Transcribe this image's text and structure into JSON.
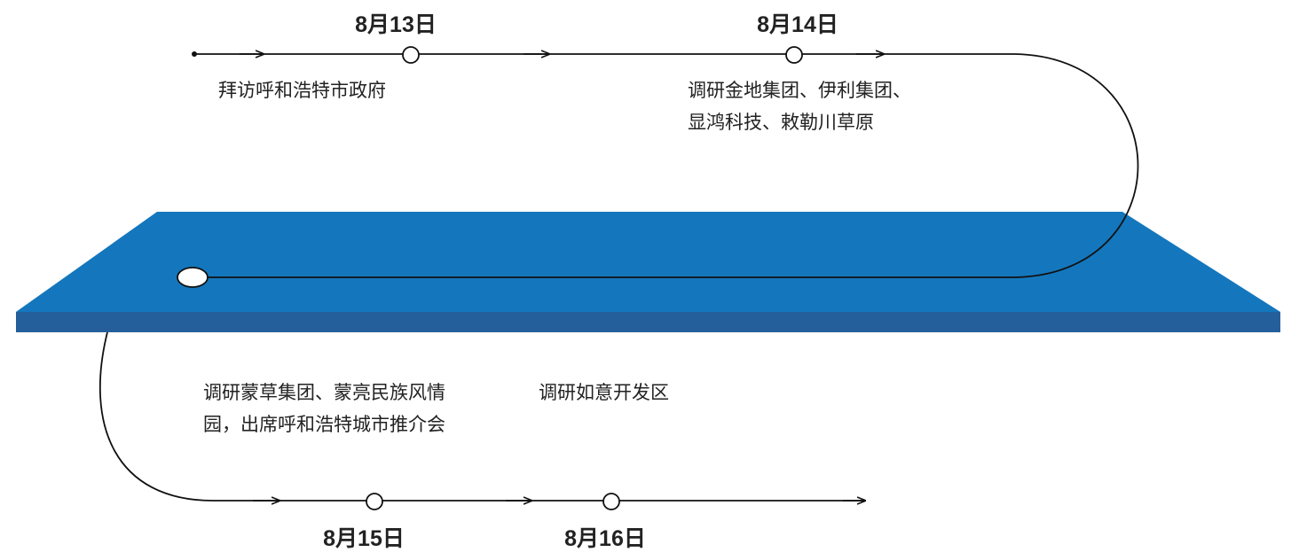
{
  "colors": {
    "platform_top": "#1477bd",
    "platform_side": "#255f9b",
    "line": "#111111",
    "text": "#222222"
  },
  "events": [
    {
      "date": "8月13日",
      "lines": [
        "拜访呼和浩特市政府"
      ]
    },
    {
      "date": "8月14日",
      "lines": [
        "调研金地集团、伊利集团、",
        "显鸿科技、敕勒川草原"
      ]
    },
    {
      "date": "8月15日",
      "lines": [
        "调研蒙草集团、蒙亮民族风情",
        "园，出席呼和浩特城市推介会"
      ]
    },
    {
      "date": "8月16日",
      "lines": [
        "调研如意开发区"
      ]
    }
  ]
}
